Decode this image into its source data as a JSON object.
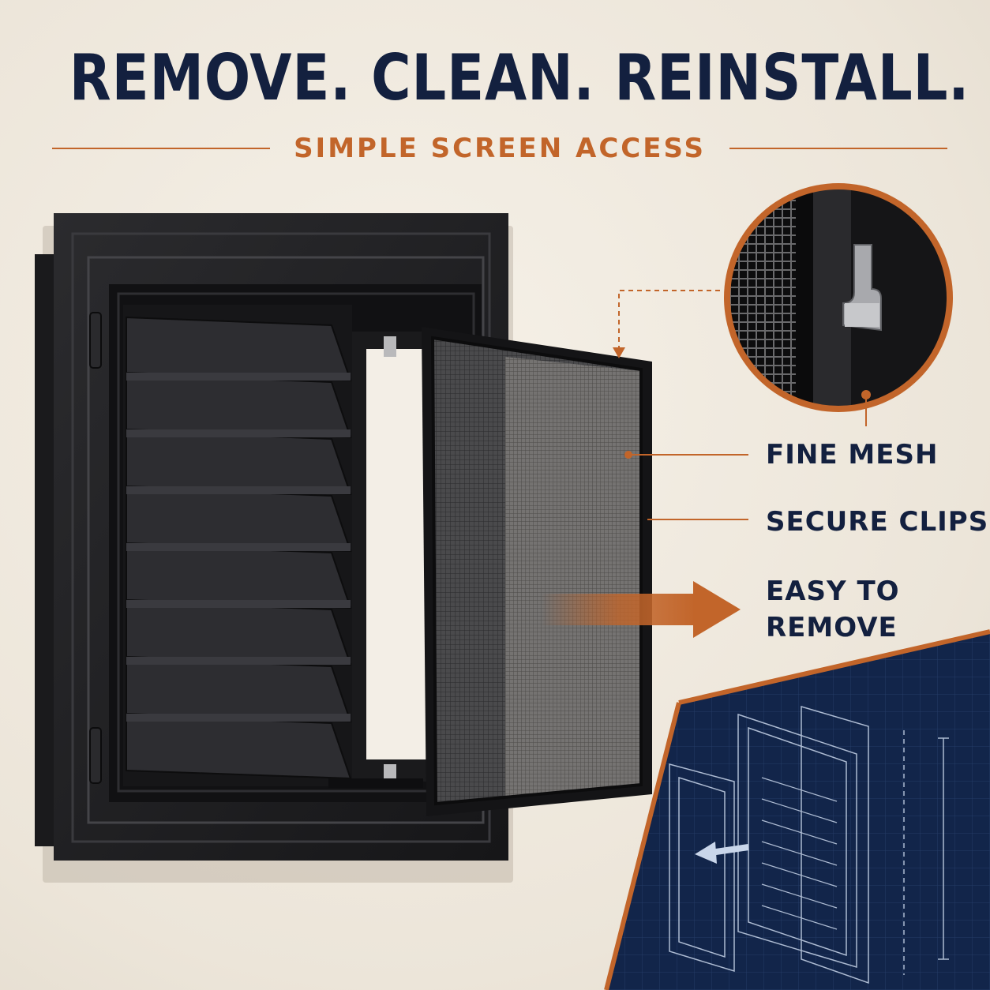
{
  "headline": "REMOVE. CLEAN. REINSTALL.",
  "subheading": "SIMPLE SCREEN ACCESS",
  "callouts": {
    "fine_mesh": "FINE MESH",
    "secure_clips": "SECURE CLIPS",
    "easy_remove_line1": "EASY TO",
    "easy_remove_line2": "REMOVE"
  },
  "colors": {
    "navy": "#13203f",
    "accent_orange": "#c2652a",
    "background": "#efe9df",
    "vent_black": "#1c1c1e"
  },
  "icons": [
    "hinge-icon",
    "clip-icon",
    "arrow-right-icon",
    "arrow-left-icon"
  ]
}
